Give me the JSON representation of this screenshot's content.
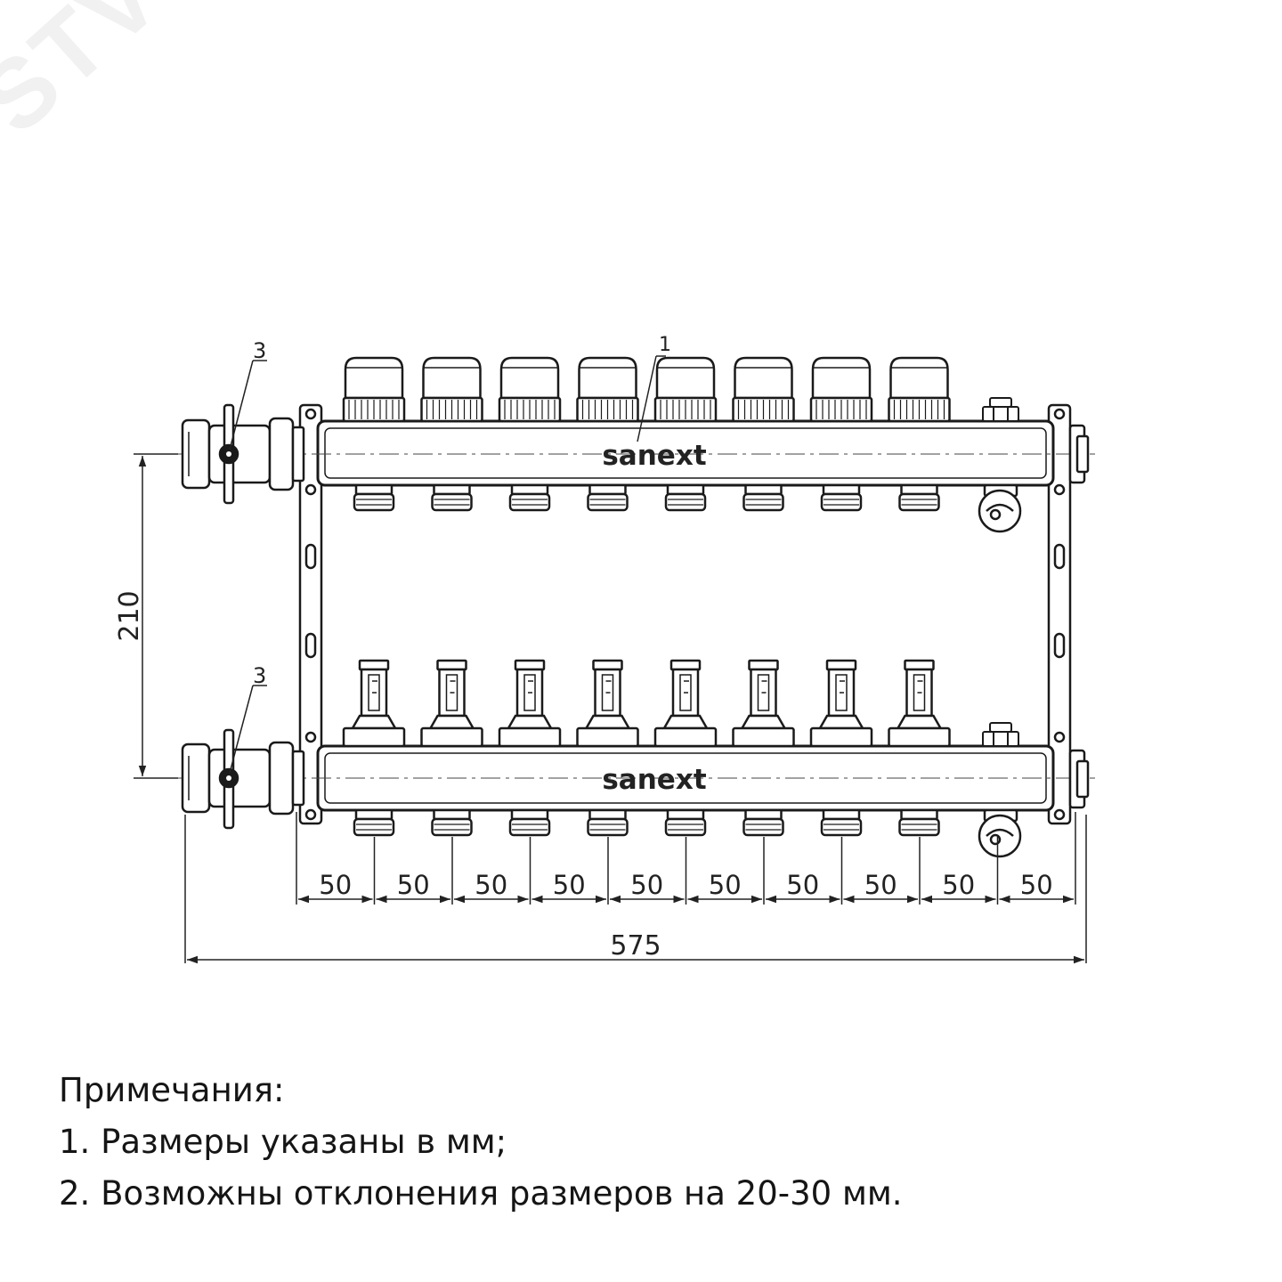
{
  "watermark": "STV",
  "brand": "sanext",
  "callouts": {
    "manifold": "1",
    "valve_top": "3",
    "valve_bottom": "3"
  },
  "dimensions": {
    "height_between_manifolds": "210",
    "spacing_label": "50",
    "spacing_count": 10,
    "overall_length": "575"
  },
  "outlet_count": 8,
  "notes": {
    "heading": "Примечания:",
    "items": [
      "1. Размеры указаны в мм;",
      "2. Возможны отклонения размеров на 20-30 мм."
    ]
  },
  "colors": {
    "line": "#1a1a1a",
    "fill": "#ffffff",
    "dim": "#222222",
    "watermark": "#f1f1f1"
  }
}
